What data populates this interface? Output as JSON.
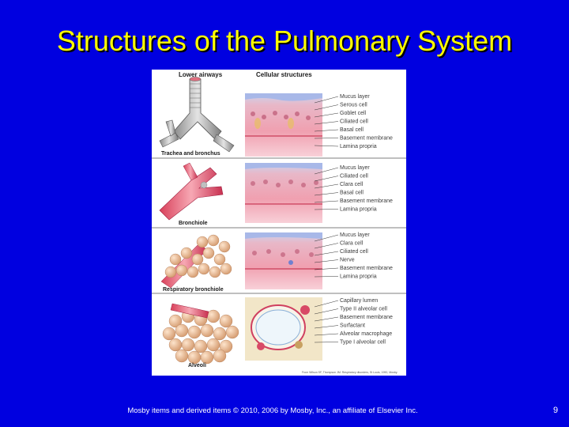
{
  "slide": {
    "title": "Structures of the Pulmonary System",
    "footer": "Mosby items and derived items © 2010, 2006 by Mosby, Inc., an affiliate of Elsevier Inc.",
    "page_number": "9"
  },
  "figure": {
    "header_left": "Lower airways",
    "header_right": "Cellular structures",
    "credit": "From Wilson SF, Thompson JM: Respiratory disorders, St Louis, 1990, Mosby.",
    "sections": [
      {
        "name": "Trachea and bronchus",
        "labels": [
          "Mucus layer",
          "Serous cell",
          "Goblet cell",
          "Ciliated cell",
          "Basal cell",
          "Basement membrane",
          "Lamina propria"
        ]
      },
      {
        "name": "Bronchiole",
        "labels": [
          "Mucus layer",
          "Ciliated cell",
          "Clara cell",
          "Basal cell",
          "Basement membrane",
          "Lamina propria"
        ]
      },
      {
        "name": "Respiratory bronchiole",
        "labels": [
          "Mucus layer",
          "Clara cell",
          "Ciliated cell",
          "Nerve",
          "Basement membrane",
          "Lamina propria"
        ]
      },
      {
        "name": "Alveoli",
        "labels": [
          "Capillary lumen",
          "Type II alveolar cell",
          "Basement membrane",
          "Surfactant",
          "Alveolar macrophage",
          "Type I alveolar cell"
        ]
      }
    ]
  }
}
